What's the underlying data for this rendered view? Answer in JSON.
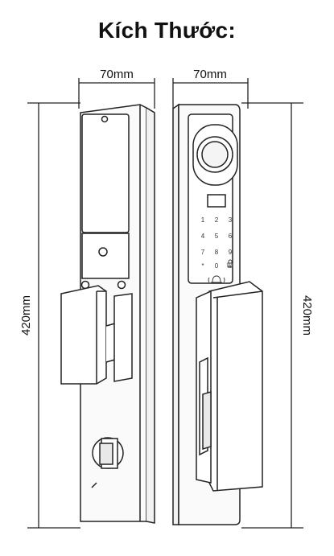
{
  "header": {
    "title": "Kích Thước:"
  },
  "dimensions": {
    "front_width": "70mm",
    "back_width": "70mm",
    "front_height": "420mm",
    "back_height": "420mm"
  },
  "keypad": {
    "rows": [
      [
        "1",
        "2",
        "3"
      ],
      [
        "4",
        "5",
        "6"
      ],
      [
        "7",
        "8",
        "9"
      ],
      [
        "*",
        "0",
        "#"
      ]
    ]
  }
}
